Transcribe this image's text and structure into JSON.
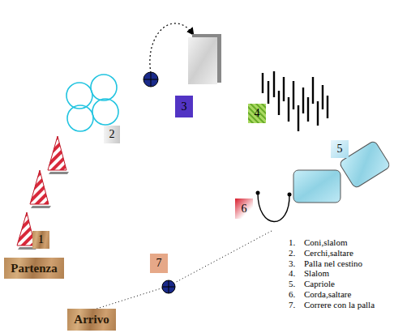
{
  "diagram": {
    "nodes": [
      {
        "text": [
          "1"
        ]
      },
      {
        "text": [
          "Partenza"
        ]
      },
      {
        "text": [
          "2"
        ]
      },
      {
        "text": [
          "3"
        ]
      },
      {
        "text": [
          "4"
        ]
      },
      {
        "text": [
          "5"
        ]
      },
      {
        "text": [
          "6"
        ]
      },
      {
        "text": [
          "7"
        ]
      },
      {
        "text": [
          "Arrivo"
        ]
      }
    ],
    "labels": [
      "1.",
      "Coni,slalom",
      "2.",
      "Cerchi,saltare",
      "3.",
      "Palla nel cestino",
      "4.",
      "Slalom",
      "5.",
      "Capriole",
      "6.",
      "Corda,saltare",
      "7.",
      "Correre con la palla"
    ]
  }
}
